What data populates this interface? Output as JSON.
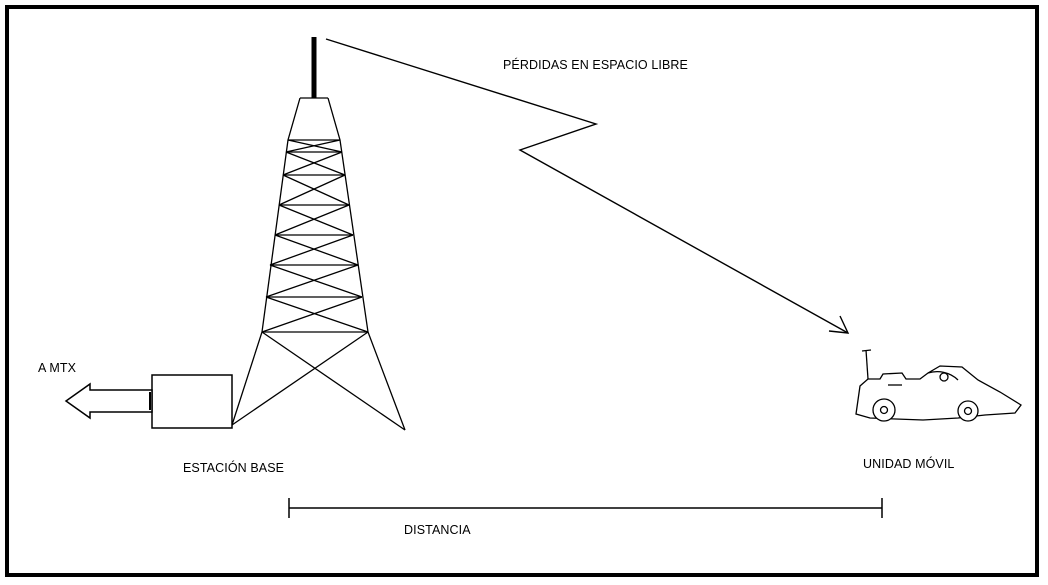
{
  "labels": {
    "free_space_loss": "PÉRDIDAS EN ESPACIO LIBRE",
    "to_mtx": "A MTX",
    "base_station": "ESTACIÓN BASE",
    "mobile_unit": "UNIDAD MÓVIL",
    "distance": "DISTANCIA"
  },
  "colors": {
    "background": "#ffffff",
    "stroke": "#000000"
  }
}
